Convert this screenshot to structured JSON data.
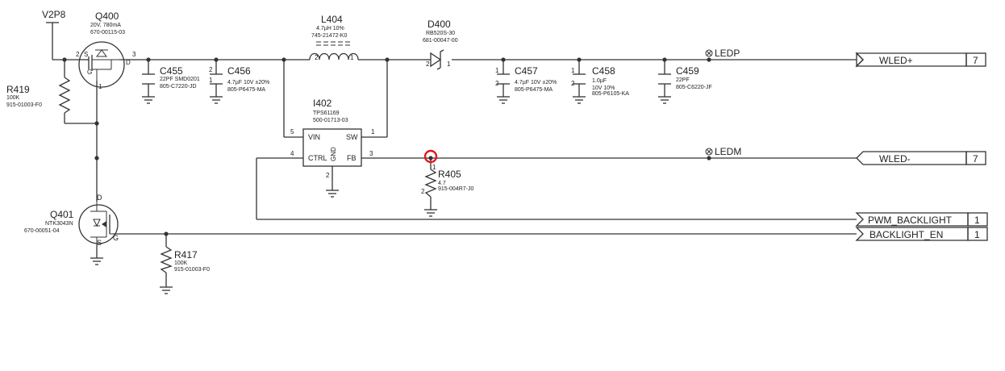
{
  "nets": {
    "v2p8": "V2P8",
    "ledp": "LEDP",
    "ledm": "LEDM"
  },
  "ports": [
    {
      "name": "WLED+",
      "page": "7"
    },
    {
      "name": "WLED-",
      "page": "7"
    },
    {
      "name": "PWM_BACKLIGHT",
      "page": "1"
    },
    {
      "name": "BACKLIGHT_EN",
      "page": "1"
    }
  ],
  "components": {
    "q400": {
      "ref": "Q400",
      "l1": "20V, 780mA",
      "l2": "670-00115-03",
      "pins": [
        "2",
        "3",
        "1"
      ],
      "gate": "G",
      "source": "S",
      "drain": "D"
    },
    "q401": {
      "ref": "Q401",
      "l1": "NTK3043N",
      "l2": "670-00051-04",
      "drain": "D",
      "source": "S",
      "gate": "G"
    },
    "r419": {
      "ref": "R419",
      "l1": "100K",
      "l2": "915-01003-F0"
    },
    "r417": {
      "ref": "R417",
      "l1": "100K",
      "l2": "915-01003-F0"
    },
    "r405": {
      "ref": "R405",
      "l1": "4.7",
      "l2": "915-004R7-J0",
      "pin1": "1",
      "pin2": "2"
    },
    "c455": {
      "ref": "C455",
      "l1": "22PF SMD0201",
      "l2": "805-C7220-JD"
    },
    "c456": {
      "ref": "C456",
      "l1": "4.7µF 10V ±20%",
      "l2": "805-P6475-MA",
      "p1": "1",
      "p2": "2"
    },
    "c457": {
      "ref": "C457",
      "l1": "4.7µF 10V ±20%",
      "l2": "805-P6475-MA",
      "p1": "1",
      "p2": "2"
    },
    "c458": {
      "ref": "C458",
      "l1": "1.0µF",
      "l2": "10V 10%",
      "l3": "805-P6105-KA",
      "p1": "1",
      "p2": "2"
    },
    "c459": {
      "ref": "C459",
      "l1": "22PF",
      "l2": "805-C6220-JF"
    },
    "l404": {
      "ref": "L404",
      "l1": "4.7µH 10%",
      "l2": "745-21472-K0",
      "p1": "2",
      "p2": "1"
    },
    "d400": {
      "ref": "D400",
      "l1": "RB520S-30",
      "l2": "681-00047-00",
      "p1": "2",
      "p2": "1"
    },
    "i402": {
      "ref": "I402",
      "l1": "TPS61169",
      "l2": "500-01713-03",
      "vin": "VIN",
      "sw": "SW",
      "ctrl": "CTRL",
      "fb": "FB",
      "gnd": "GND",
      "pin_vin": "5",
      "pin_sw": "1",
      "pin_ctrl": "4",
      "pin_fb": "3",
      "pin_gnd": "2"
    }
  },
  "colors": {
    "wire": "#333333",
    "highlight": "#e0161b"
  }
}
